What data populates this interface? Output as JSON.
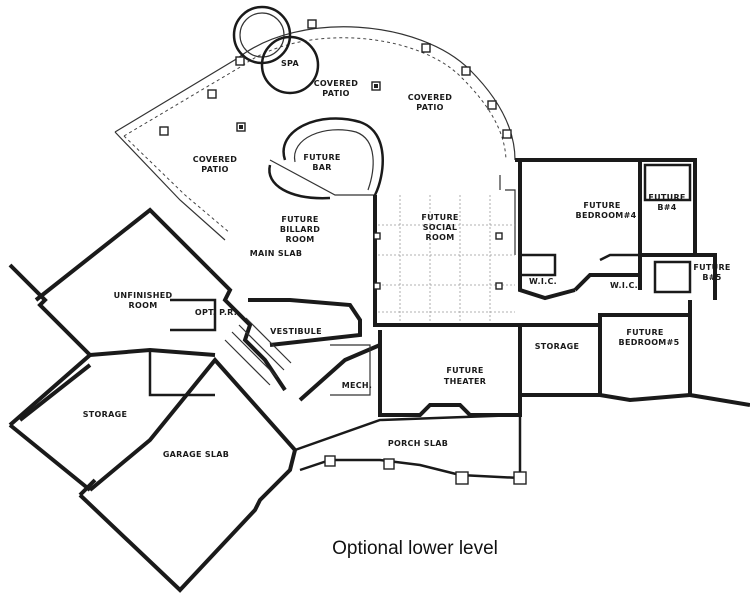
{
  "caption": "Optional lower level",
  "rooms": {
    "spa": "SPA",
    "covered_patio_1": "COVERED",
    "covered_patio_1b": "PATIO",
    "covered_patio_2": "COVERED",
    "covered_patio_2b": "PATIO",
    "covered_patio_3": "COVERED",
    "covered_patio_3b": "PATIO",
    "future_bar_1": "FUTURE",
    "future_bar_2": "BAR",
    "future_billiard_1": "FUTURE",
    "future_billiard_2": "BILLARD",
    "future_billiard_3": "ROOM",
    "main_slab": "MAIN SLAB",
    "future_social_1": "FUTURE",
    "future_social_2": "SOCIAL",
    "future_social_3": "ROOM",
    "future_bedroom4_1": "FUTURE",
    "future_bedroom4_2": "BEDROOM#4",
    "future_ba4_1": "FUTURE",
    "future_ba4_2": "B#4",
    "wic_1": "W.I.C.",
    "wic_2": "W.I.C.",
    "future_ba5_1": "FUTURE",
    "future_ba5_2": "B#5",
    "unfinished_1": "UNFINISHED",
    "unfinished_2": "ROOM",
    "opt_pr": "OPT. P.R.",
    "vestibule": "VESTIBULE",
    "future_theater_1": "FUTURE",
    "future_theater_2": "THEATER",
    "storage_1": "STORAGE",
    "future_bedroom5_1": "FUTURE",
    "future_bedroom5_2": "BEDROOM#5",
    "mech": "MECH.",
    "storage_2": "STORAGE",
    "garage_slab": "GARAGE SLAB",
    "porch_slab": "PORCH SLAB"
  }
}
